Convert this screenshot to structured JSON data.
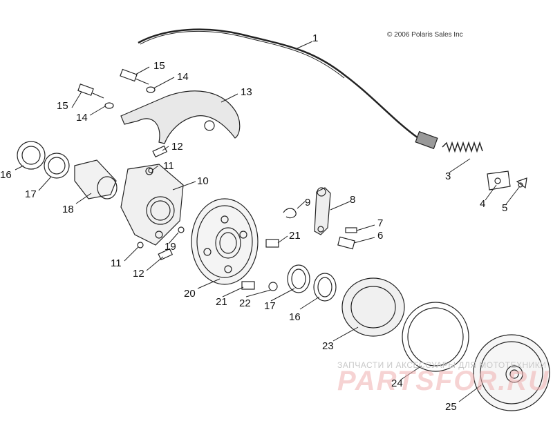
{
  "copyright": "© 2006 Polaris Sales Inc",
  "watermark": {
    "caption": "ЗАПЧАСТИ И АКСЕССУАРЫ ДЛЯ МОТОТЕХНИКИ",
    "brand": "PARTSFOR.RU"
  },
  "callouts": [
    {
      "id": "c1",
      "label": "1"
    },
    {
      "id": "c3",
      "label": "3"
    },
    {
      "id": "c4",
      "label": "4"
    },
    {
      "id": "c5",
      "label": "5"
    },
    {
      "id": "c6",
      "label": "6"
    },
    {
      "id": "c7",
      "label": "7"
    },
    {
      "id": "c8",
      "label": "8"
    },
    {
      "id": "c9",
      "label": "9"
    },
    {
      "id": "c10",
      "label": "10"
    },
    {
      "id": "c11a",
      "label": "11"
    },
    {
      "id": "c11b",
      "label": "11"
    },
    {
      "id": "c12a",
      "label": "12"
    },
    {
      "id": "c12b",
      "label": "12"
    },
    {
      "id": "c13",
      "label": "13"
    },
    {
      "id": "c14a",
      "label": "14"
    },
    {
      "id": "c14b",
      "label": "14"
    },
    {
      "id": "c15a",
      "label": "15"
    },
    {
      "id": "c15b",
      "label": "15"
    },
    {
      "id": "c16a",
      "label": "16"
    },
    {
      "id": "c16b",
      "label": "16"
    },
    {
      "id": "c17a",
      "label": "17"
    },
    {
      "id": "c17b",
      "label": "17"
    },
    {
      "id": "c18",
      "label": "18"
    },
    {
      "id": "c19",
      "label": "19"
    },
    {
      "id": "c20",
      "label": "20"
    },
    {
      "id": "c21a",
      "label": "21"
    },
    {
      "id": "c21b",
      "label": "21"
    },
    {
      "id": "c22",
      "label": "22"
    },
    {
      "id": "c23",
      "label": "23"
    },
    {
      "id": "c24",
      "label": "24"
    },
    {
      "id": "c25",
      "label": "25"
    }
  ]
}
